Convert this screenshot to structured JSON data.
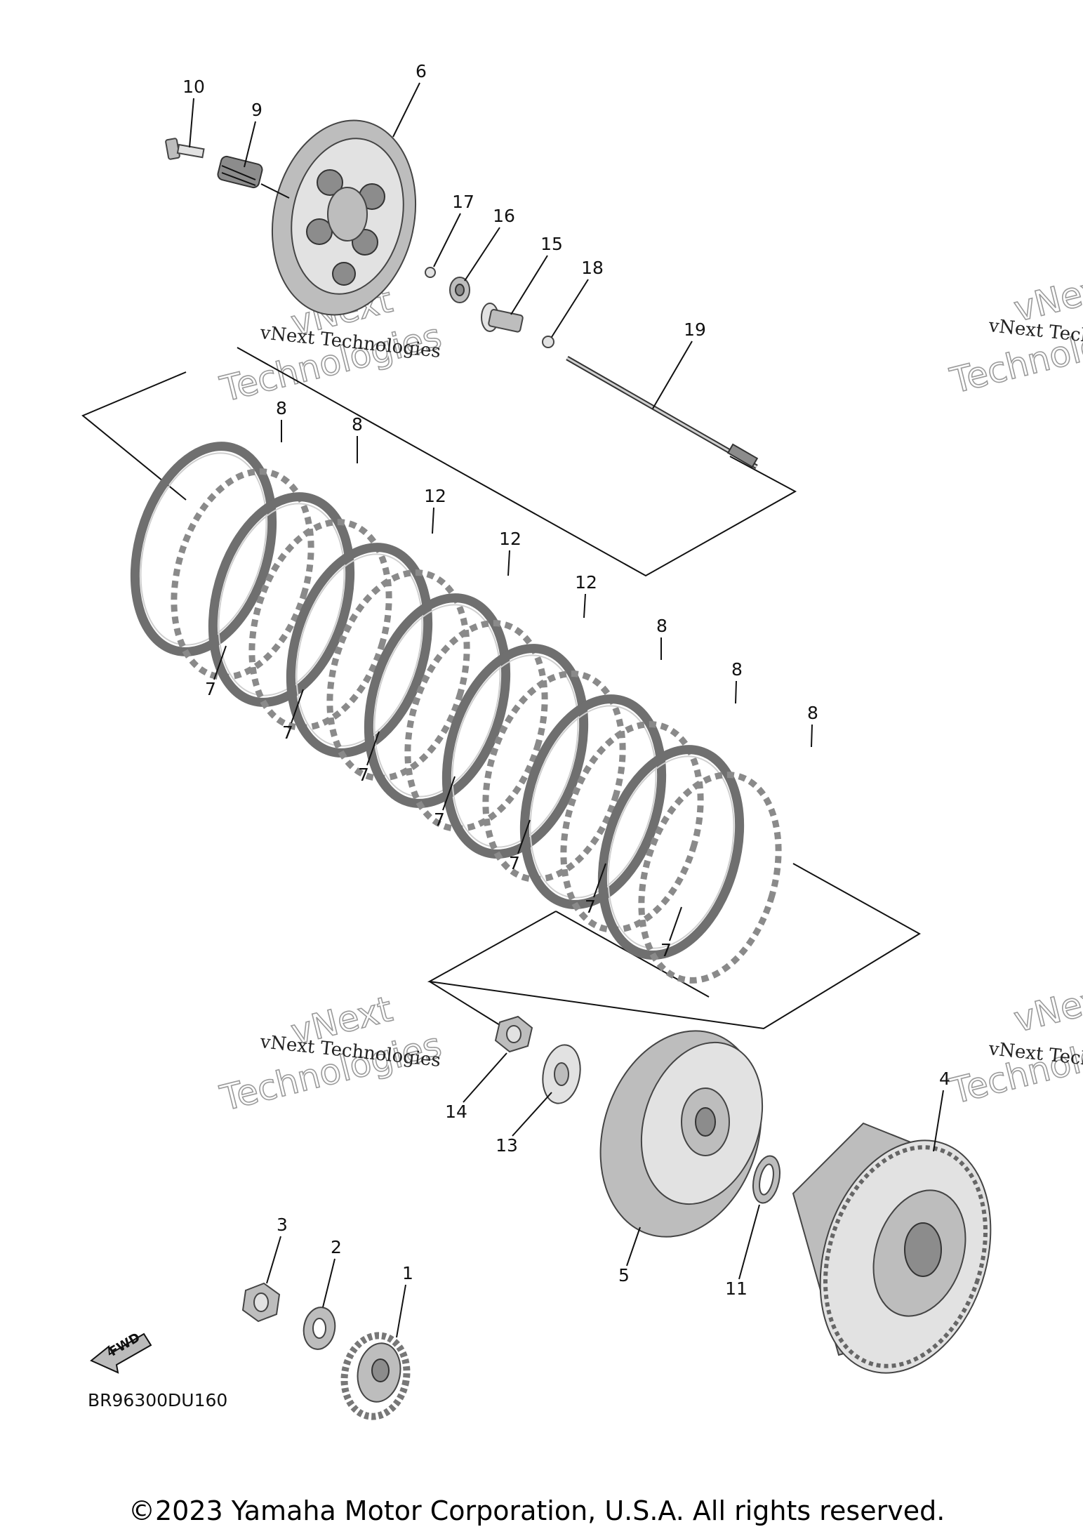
{
  "diagram": {
    "part_labels": [
      {
        "id": "l10",
        "text": "10"
      },
      {
        "id": "l9",
        "text": "9"
      },
      {
        "id": "l6",
        "text": "6"
      },
      {
        "id": "l17",
        "text": "17"
      },
      {
        "id": "l16",
        "text": "16"
      },
      {
        "id": "l15",
        "text": "15"
      },
      {
        "id": "l18",
        "text": "18"
      },
      {
        "id": "l19",
        "text": "19"
      },
      {
        "id": "l8a",
        "text": "8"
      },
      {
        "id": "l8b",
        "text": "8"
      },
      {
        "id": "l12a",
        "text": "12"
      },
      {
        "id": "l12b",
        "text": "12"
      },
      {
        "id": "l12c",
        "text": "12"
      },
      {
        "id": "l8c",
        "text": "8"
      },
      {
        "id": "l8d",
        "text": "8"
      },
      {
        "id": "l8e",
        "text": "8"
      },
      {
        "id": "l7a",
        "text": "7"
      },
      {
        "id": "l7b",
        "text": "7"
      },
      {
        "id": "l7c",
        "text": "7"
      },
      {
        "id": "l7d",
        "text": "7"
      },
      {
        "id": "l7e",
        "text": "7"
      },
      {
        "id": "l7f",
        "text": "7"
      },
      {
        "id": "l7g",
        "text": "7"
      },
      {
        "id": "l14",
        "text": "14"
      },
      {
        "id": "l13",
        "text": "13"
      },
      {
        "id": "l4",
        "text": "4"
      },
      {
        "id": "l5",
        "text": "5"
      },
      {
        "id": "l11",
        "text": "11"
      },
      {
        "id": "l3",
        "text": "3"
      },
      {
        "id": "l2",
        "text": "2"
      },
      {
        "id": "l1",
        "text": "1"
      }
    ],
    "fwd_arrow_label": "FWD",
    "diagram_code": "BR96300DU160"
  },
  "watermark": {
    "company_line": "vNext Technologies",
    "big_word_1": "vNext",
    "big_word_2": "Technologies"
  },
  "footer": {
    "copyright": "©2023 Yamaha Motor Corporation, U.S.A. All rights reserved."
  }
}
